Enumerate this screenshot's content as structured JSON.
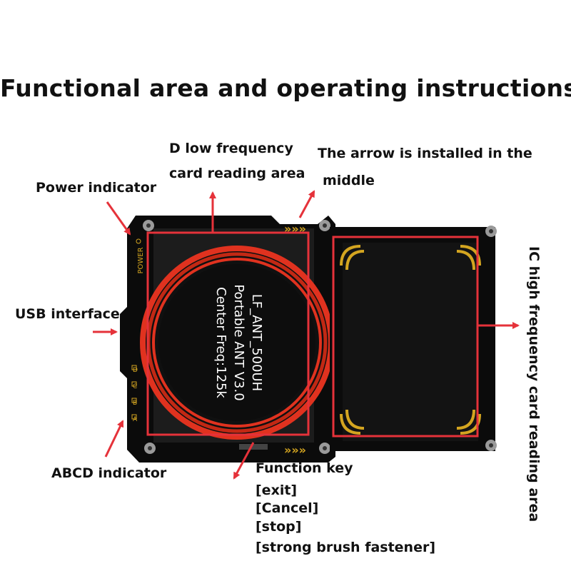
{
  "title": "Functional area and operating instructions",
  "labels": {
    "power_indicator": "Power indicator",
    "lf_area_line1": "D low frequency",
    "lf_area_line2": "card reading area",
    "arrow_line1": "The arrow is installed in the",
    "arrow_line2": "middle",
    "usb_interface": "USB interface",
    "abcd_indicator": "ABCD indicator",
    "function_key": "Function key",
    "function_key_items": [
      "[exit]",
      "[Cancel]",
      "[stop]",
      "[strong brush fastener]"
    ],
    "ic_area": "IC high frequency card reading area"
  },
  "device": {
    "coil_text": [
      "LF_ANT_500UH",
      "Portable ANT V3.0",
      "Center Freq:125k"
    ],
    "power_silk": "POWER",
    "abcd_silk": [
      "A",
      "B",
      "C",
      "D"
    ],
    "arrow_glyph": "»»»"
  },
  "colors": {
    "annotation": "#e5323a",
    "board": "#0b0b0b",
    "gold": "#d4a520",
    "coil": "#e0321f"
  }
}
